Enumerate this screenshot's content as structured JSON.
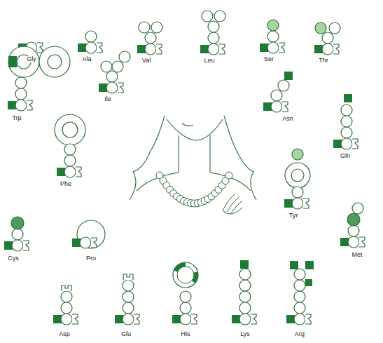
{
  "diagram": {
    "labels": [
      "Gly",
      "Ala",
      "Val",
      "Leu",
      "Ser",
      "Thr",
      "Trp",
      "Ile",
      "Asn",
      "Gln",
      "Phe",
      "Tyr",
      "Cys",
      "Pro",
      "Met",
      "Asp",
      "Glu",
      "His",
      "Lys",
      "Arg"
    ]
  }
}
